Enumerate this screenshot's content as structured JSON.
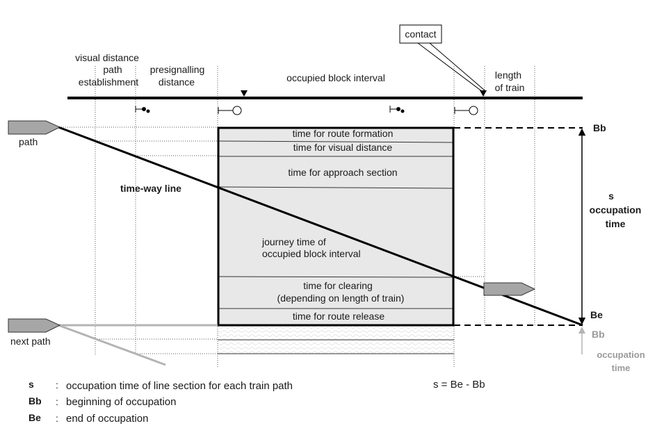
{
  "callout": {
    "contact": "contact"
  },
  "top_labels": {
    "visual_distance": "visual distance",
    "path": "path",
    "establishment": "establishment",
    "presignalling_1": "presignalling",
    "presignalling_2": "distance",
    "occupied_block_interval": "occupied block interval",
    "length_1": "length",
    "length_2": "of train"
  },
  "left_labels": {
    "path": "path",
    "time_way_line": "time-way line",
    "next_path": "next path"
  },
  "block_rows": {
    "route_formation": "time for route formation",
    "visual_distance": "time for visual distance",
    "approach_section": "time for approach section",
    "journey_1": "journey time of",
    "journey_2": "occupied block interval",
    "clearing_1": "time for clearing",
    "clearing_2": "(depending on length of train)",
    "route_release": "time for route release"
  },
  "right_labels": {
    "bb": "Bb",
    "s": "s",
    "occupation": "occupation",
    "time": "time",
    "be": "Be",
    "bb_next": "Bb",
    "occupation_next": "occupation",
    "time_next": "time"
  },
  "legend": [
    {
      "key": "s",
      "sep": ":",
      "text": "occupation time of line section for each train path"
    },
    {
      "key": "Bb",
      "sep": ":",
      "text": "beginning of occupation"
    },
    {
      "key": "Be",
      "sep": ":",
      "text": "end of occupation"
    }
  ],
  "formula": "s = Be - Bb",
  "colors": {
    "block_fill": "#e8e8e8",
    "train_arrow": "#a6a6a6",
    "next_path_line": "#b4b4b4",
    "next_occupation_text": "#9a9a9a"
  },
  "icons": [
    "train-arrow-icon",
    "signal-icon",
    "presignal-icon",
    "contact-marker-icon"
  ]
}
